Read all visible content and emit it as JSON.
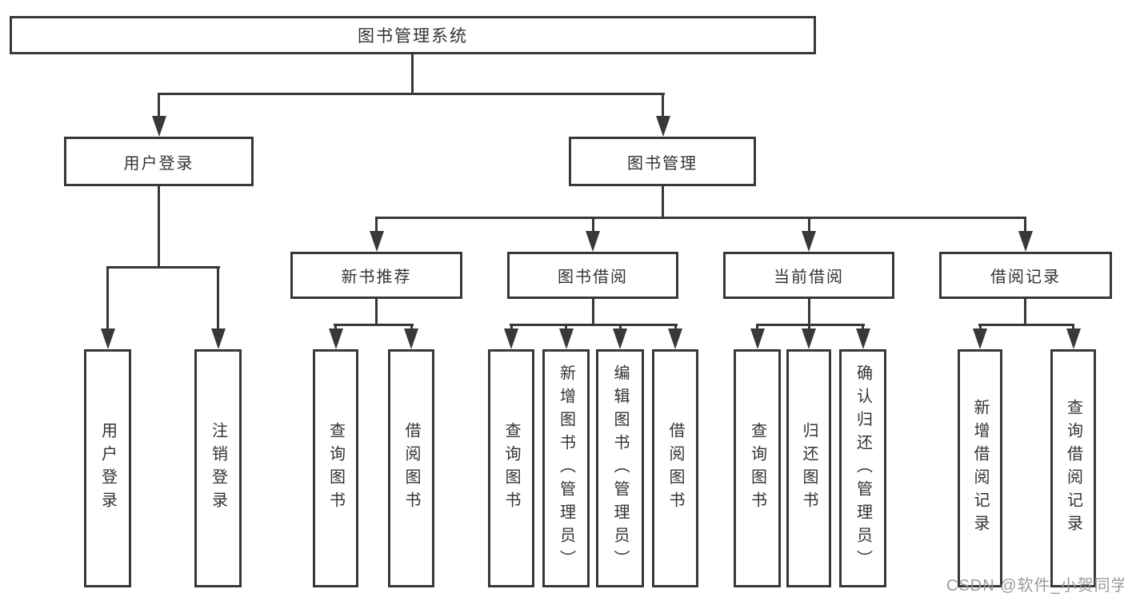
{
  "diagram_title": "图书管理系统",
  "tree": {
    "root": "图书管理系统",
    "level2": {
      "user_login": "用户登录",
      "book_mgmt": "图书管理"
    },
    "level3": [
      "新书推荐",
      "图书借阅",
      "当前借阅",
      "借阅记录"
    ],
    "user_login_children": [
      "用户登录",
      "注销登录"
    ],
    "new_books_children": [
      "查询图书",
      "借阅图书"
    ],
    "book_borrow_children": [
      "查询图书",
      "新增图书（管理员）",
      "编辑图书（管理员）",
      "借阅图书"
    ],
    "current_borrow_children": [
      "查询图书",
      "归还图书",
      "确认归还（管理员）"
    ],
    "borrow_records_children": [
      "新增借阅记录",
      "查询借阅记录"
    ]
  },
  "watermark": "CSDN @软件_小贺同学",
  "colors": {
    "line": "#383838",
    "text": "#333333",
    "watermark": "#9b9b9b",
    "background": "#ffffff"
  }
}
